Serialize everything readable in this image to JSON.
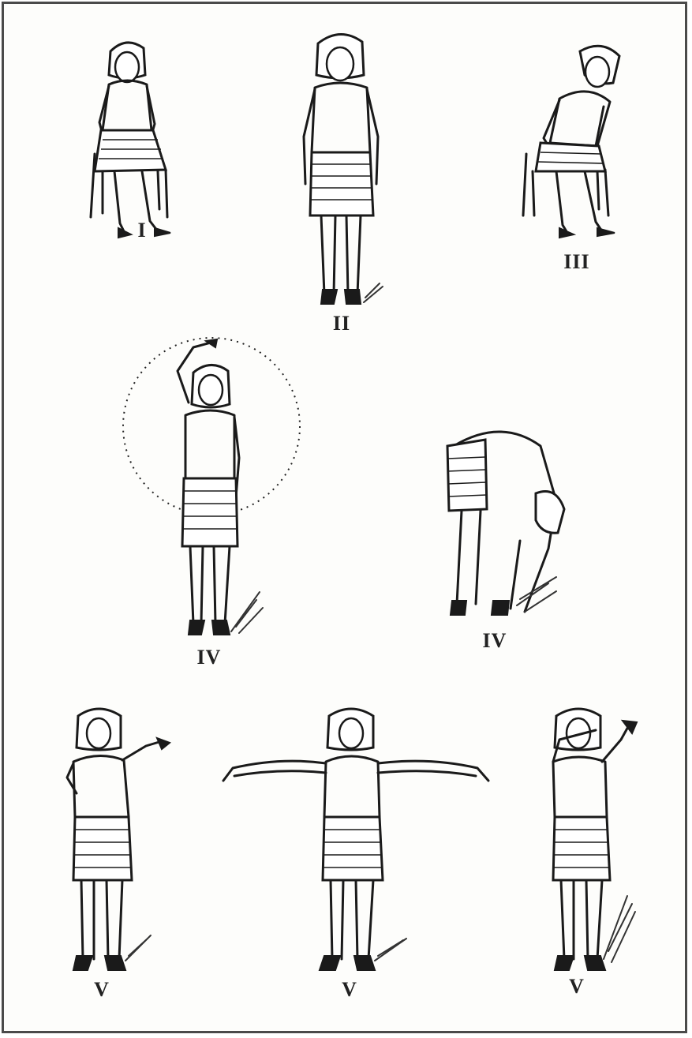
{
  "plate": {
    "figures": [
      {
        "id": "fig-1",
        "label": "I",
        "pose": "seated"
      },
      {
        "id": "fig-2",
        "label": "II",
        "pose": "standing"
      },
      {
        "id": "fig-3",
        "label": "III",
        "pose": "seated-bent"
      },
      {
        "id": "fig-4a",
        "label": "IV",
        "pose": "arm-raised-circle"
      },
      {
        "id": "fig-4b",
        "label": "IV",
        "pose": "forward-bend"
      },
      {
        "id": "fig-5a",
        "label": "V",
        "pose": "arm-forward"
      },
      {
        "id": "fig-5b",
        "label": "V",
        "pose": "arms-outstretched"
      },
      {
        "id": "fig-5c",
        "label": "V",
        "pose": "arms-overhead"
      }
    ]
  },
  "colors": {
    "ink": "#1a1a1a",
    "paper": "#fdfdfb",
    "frame": "#4a4a4a"
  }
}
